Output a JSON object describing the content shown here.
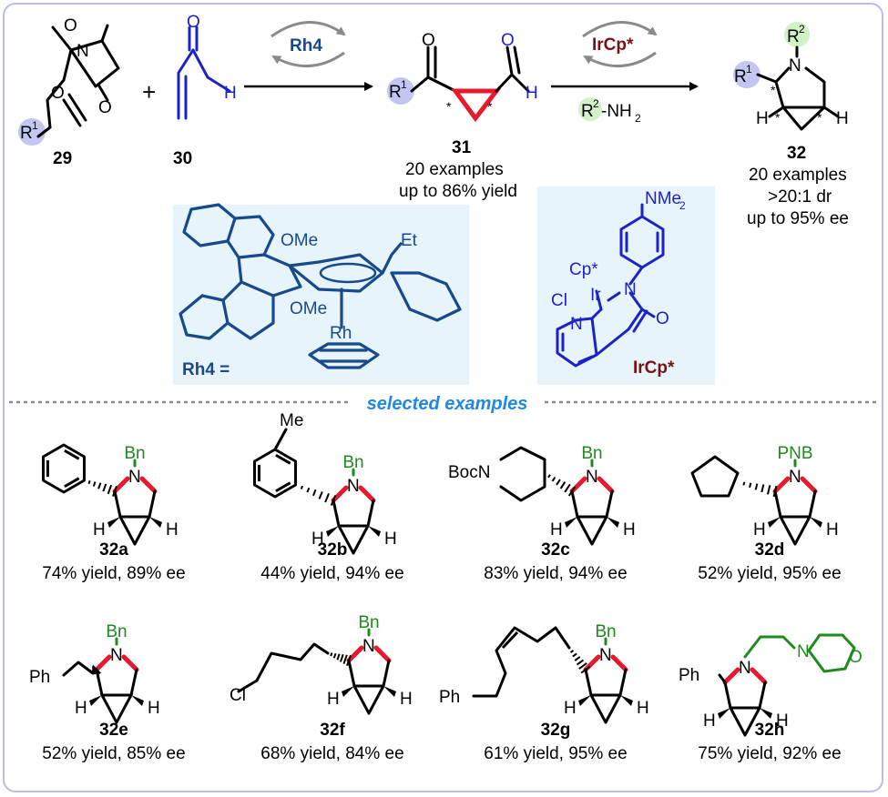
{
  "scheme": {
    "compound_29": "29",
    "compound_30": "30",
    "compound_31": "31",
    "compound_32": "32",
    "plus": "+",
    "catalyst_1": "Rh4",
    "catalyst_2": "IrCp*",
    "amine_reagent_r": "R",
    "amine_reagent_sup": "2",
    "amine_reagent_rest": "-NH",
    "amine_reagent_sub": "2",
    "r1": "R",
    "r1_sup": "1",
    "r2": "R",
    "r2_sup": "2",
    "atom_O": "O",
    "atom_N": "N",
    "atom_H": "H",
    "stereo_mark": "*",
    "summary_31": [
      "20 examples",
      "up to 86% yield"
    ],
    "summary_32": [
      "20 examples",
      ">20:1 dr",
      "up to 95% ee"
    ]
  },
  "catalysts": {
    "rh4_label": "Rh4 =",
    "rh4_groups": {
      "ome_top": "OMe",
      "ome_bottom": "OMe",
      "et": "Et",
      "rh": "Rh"
    },
    "ircp_label": "IrCp*",
    "ircp_groups": {
      "nme2": "NMe",
      "nme2_sub": "2",
      "cp": "Cp*",
      "cl": "Cl",
      "ir": "Ir",
      "n1": "N",
      "n2": "N",
      "o": "O"
    }
  },
  "examples_header": "selected examples",
  "examples": [
    {
      "id": "32a",
      "result": "74% yield, 89% ee",
      "n_sub": "Bn"
    },
    {
      "id": "32b",
      "result": "44% yield, 94% ee",
      "n_sub": "Bn",
      "extra": "Me"
    },
    {
      "id": "32c",
      "result": "83% yield, 94% ee",
      "n_sub": "Bn",
      "extra": "BocN"
    },
    {
      "id": "32d",
      "result": "52% yield, 95% ee",
      "n_sub": "PNB"
    },
    {
      "id": "32e",
      "result": "52% yield, 85% ee",
      "n_sub": "Bn",
      "extra": "Ph"
    },
    {
      "id": "32f",
      "result": "68% yield, 84% ee",
      "n_sub": "Bn",
      "extra": "Cl"
    },
    {
      "id": "32g",
      "result": "61% yield, 95% ee",
      "n_sub": "Bn",
      "extra": "Ph"
    },
    {
      "id": "32h",
      "result": "75% yield, 92% ee",
      "n_sub": "",
      "extra": "Ph",
      "extra2": "N",
      "extra3": "O"
    }
  ],
  "colors": {
    "frame": "#b9bde8",
    "catalyst_box": "#e8f4fb",
    "cyclopropane_red": "#e8192c",
    "blue": "#1c22c8",
    "navy": "#174a8c",
    "maroon": "#7a1010",
    "green": "#1f8a1f",
    "r1_circle": "#c3c6f2",
    "r2_circle": "#d3f1c6",
    "header_blue": "#1e88e5"
  }
}
